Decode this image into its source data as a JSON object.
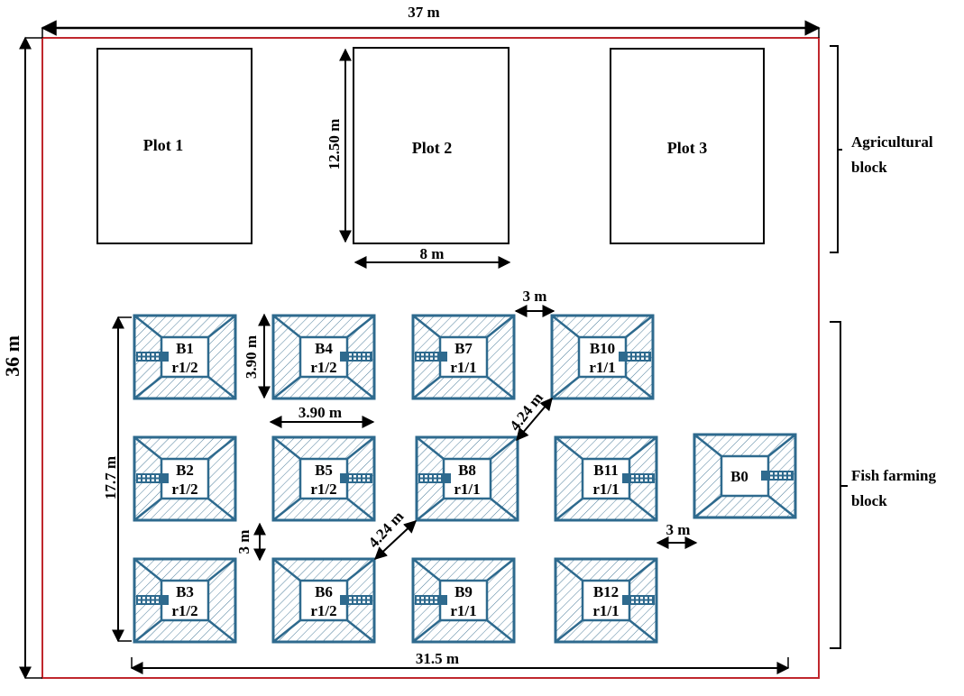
{
  "colors": {
    "boundary": "#c0272d",
    "pond_stroke": "#2e6a8e",
    "pond_hatch": "#4f7f9c",
    "ink": "#000000"
  },
  "dimensions": {
    "total_width": "37 m",
    "total_height": "36 m",
    "plot_height": "12.50 m",
    "plot_width": "8 m",
    "pond_gap_horizontal": "3 m",
    "pond_height": "3.90 m",
    "pond_width": "3.90 m",
    "pond_diagonal_1": "4.24 m",
    "pond_diagonal_2": "4.24 m",
    "pond_gap_vertical": "3 m",
    "pond_gap_b0": "3 m",
    "fish_block_height": "17.7 m",
    "fish_block_width": "31.5 m"
  },
  "blocks": {
    "agricultural": [
      "Agricultural",
      "block"
    ],
    "fish": [
      "Fish farming",
      "block"
    ]
  },
  "plots": [
    "Plot 1",
    "Plot 2",
    "Plot 3"
  ],
  "ponds": [
    {
      "id": "B1",
      "ratio": "r1/2",
      "outlet": "left"
    },
    {
      "id": "B2",
      "ratio": "r1/2",
      "outlet": "left"
    },
    {
      "id": "B3",
      "ratio": "r1/2",
      "outlet": "left"
    },
    {
      "id": "B4",
      "ratio": "r1/2",
      "outlet": "right"
    },
    {
      "id": "B5",
      "ratio": "r1/2",
      "outlet": "right"
    },
    {
      "id": "B6",
      "ratio": "r1/2",
      "outlet": "right"
    },
    {
      "id": "B7",
      "ratio": "r1/1",
      "outlet": "left"
    },
    {
      "id": "B8",
      "ratio": "r1/1",
      "outlet": "left"
    },
    {
      "id": "B9",
      "ratio": "r1/1",
      "outlet": "left"
    },
    {
      "id": "B10",
      "ratio": "r1/1",
      "outlet": "right"
    },
    {
      "id": "B11",
      "ratio": "r1/1",
      "outlet": "right"
    },
    {
      "id": "B12",
      "ratio": "r1/1",
      "outlet": "right"
    },
    {
      "id": "B0",
      "ratio": "",
      "outlet": "right"
    }
  ]
}
